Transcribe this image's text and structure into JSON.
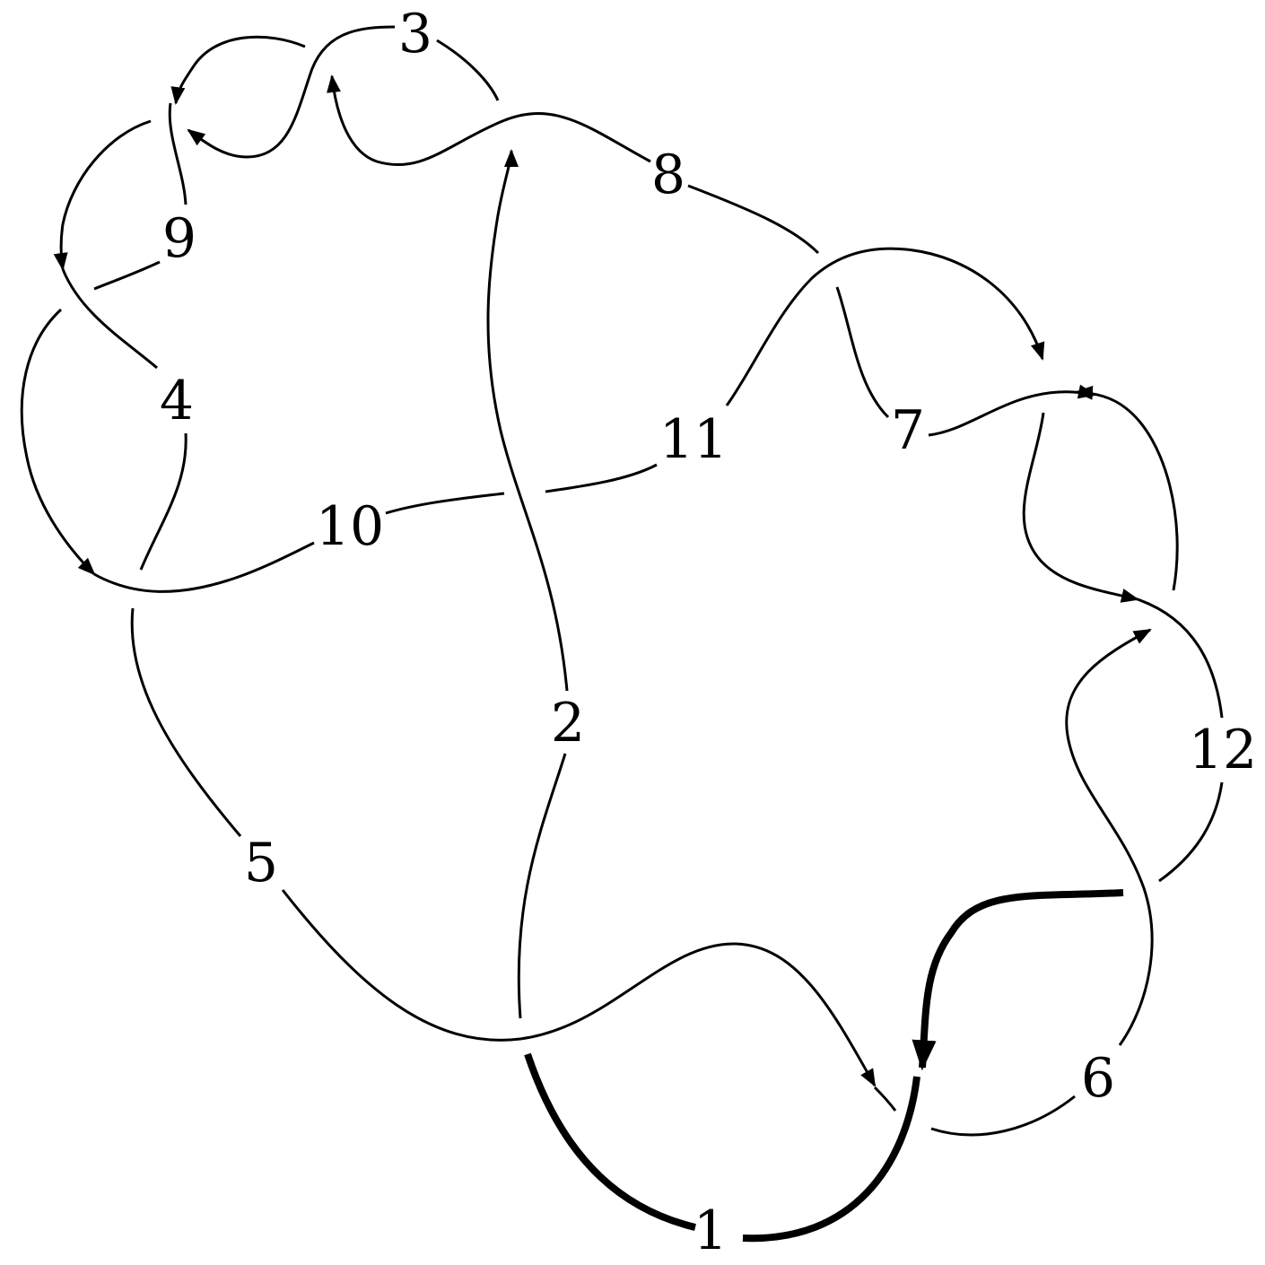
{
  "diagram": {
    "arc_labels": [
      {
        "id": "arc-1",
        "text": "1"
      },
      {
        "id": "arc-2",
        "text": "2"
      },
      {
        "id": "arc-3",
        "text": "3"
      },
      {
        "id": "arc-4",
        "text": "4"
      },
      {
        "id": "arc-5",
        "text": "5"
      },
      {
        "id": "arc-6",
        "text": "6"
      },
      {
        "id": "arc-7",
        "text": "7"
      },
      {
        "id": "arc-8",
        "text": "8"
      },
      {
        "id": "arc-9",
        "text": "9"
      },
      {
        "id": "arc-10",
        "text": "10"
      },
      {
        "id": "arc-11",
        "text": "11"
      },
      {
        "id": "arc-12",
        "text": "12"
      }
    ],
    "highlighted_arc": "1",
    "colors": {
      "stroke": "#000000",
      "background": "#ffffff"
    }
  }
}
